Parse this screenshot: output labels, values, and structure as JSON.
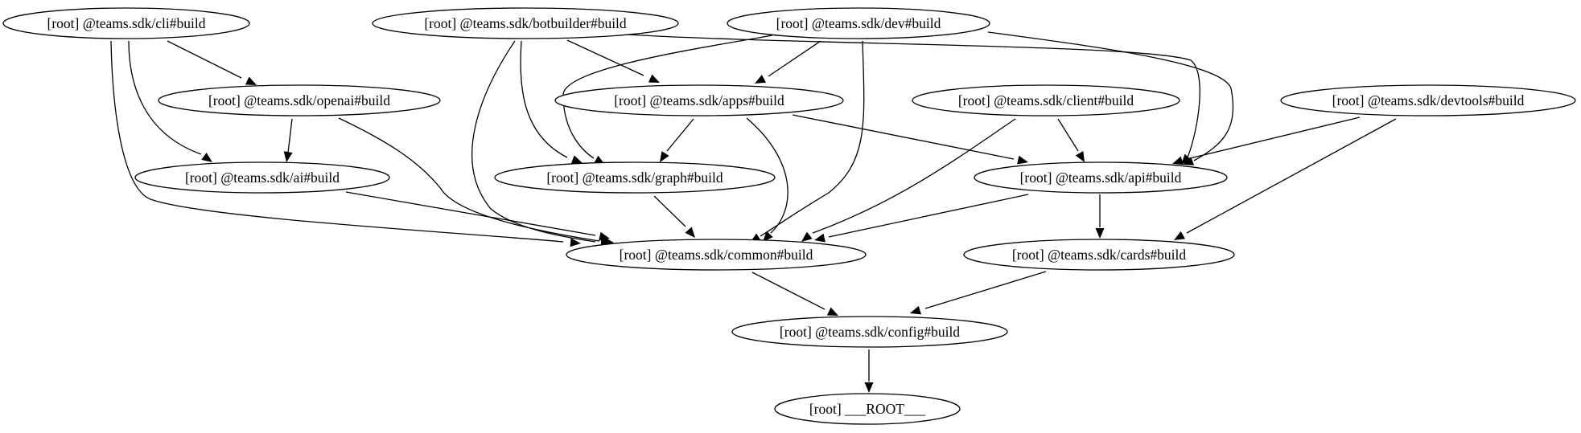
{
  "nodes": [
    {
      "id": "cli",
      "label": "[root] @teams.sdk/cli#build"
    },
    {
      "id": "botbuilder",
      "label": "[root] @teams.sdk/botbuilder#build"
    },
    {
      "id": "dev",
      "label": "[root] @teams.sdk/dev#build"
    },
    {
      "id": "openai",
      "label": "[root] @teams.sdk/openai#build"
    },
    {
      "id": "apps",
      "label": "[root] @teams.sdk/apps#build"
    },
    {
      "id": "client",
      "label": "[root] @teams.sdk/client#build"
    },
    {
      "id": "devtools",
      "label": "[root] @teams.sdk/devtools#build"
    },
    {
      "id": "ai",
      "label": "[root] @teams.sdk/ai#build"
    },
    {
      "id": "graph",
      "label": "[root] @teams.sdk/graph#build"
    },
    {
      "id": "api",
      "label": "[root] @teams.sdk/api#build"
    },
    {
      "id": "common",
      "label": "[root] @teams.sdk/common#build"
    },
    {
      "id": "cards",
      "label": "[root] @teams.sdk/cards#build"
    },
    {
      "id": "config",
      "label": "[root] @teams.sdk/config#build"
    },
    {
      "id": "root",
      "label": "[root] ___ROOT___"
    }
  ],
  "edges": [
    {
      "from": "cli",
      "to": "openai"
    },
    {
      "from": "cli",
      "to": "ai"
    },
    {
      "from": "cli",
      "to": "common"
    },
    {
      "from": "botbuilder",
      "to": "apps"
    },
    {
      "from": "botbuilder",
      "to": "graph"
    },
    {
      "from": "botbuilder",
      "to": "common"
    },
    {
      "from": "botbuilder",
      "to": "api"
    },
    {
      "from": "dev",
      "to": "apps"
    },
    {
      "from": "dev",
      "to": "graph"
    },
    {
      "from": "dev",
      "to": "common"
    },
    {
      "from": "dev",
      "to": "api"
    },
    {
      "from": "openai",
      "to": "ai"
    },
    {
      "from": "openai",
      "to": "common"
    },
    {
      "from": "apps",
      "to": "graph"
    },
    {
      "from": "apps",
      "to": "common"
    },
    {
      "from": "apps",
      "to": "api"
    },
    {
      "from": "client",
      "to": "api"
    },
    {
      "from": "client",
      "to": "common"
    },
    {
      "from": "devtools",
      "to": "api"
    },
    {
      "from": "devtools",
      "to": "cards"
    },
    {
      "from": "ai",
      "to": "common"
    },
    {
      "from": "graph",
      "to": "common"
    },
    {
      "from": "api",
      "to": "common"
    },
    {
      "from": "api",
      "to": "cards"
    },
    {
      "from": "common",
      "to": "config"
    },
    {
      "from": "cards",
      "to": "config"
    },
    {
      "from": "config",
      "to": "root"
    }
  ]
}
